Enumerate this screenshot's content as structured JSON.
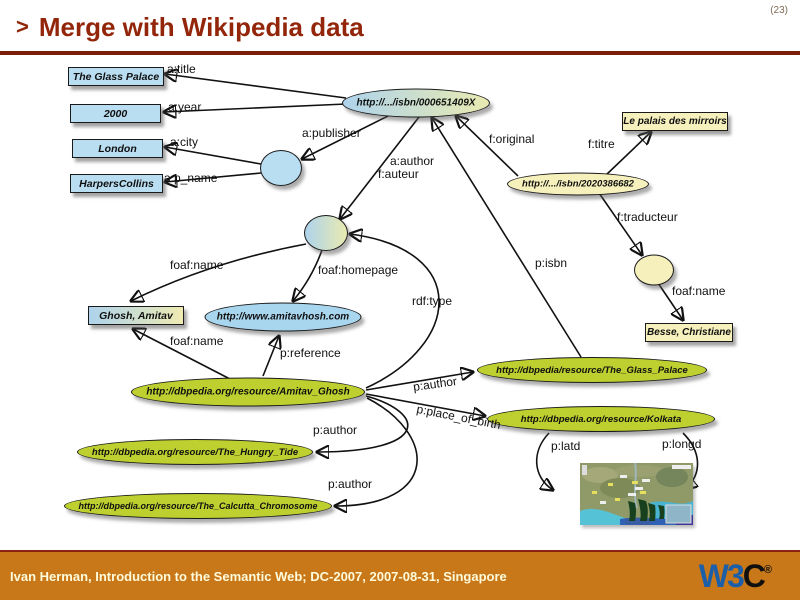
{
  "header": {
    "page_number": "(23)",
    "title_prefix": ">",
    "title": "Merge with Wikipedia data"
  },
  "footer": {
    "credit": "Ivan Herman, Introduction to the Semantic Web; DC-2007, 2007-08-31, Singapore",
    "logo": {
      "w3": "W3",
      "c": "C",
      "reg": "®"
    }
  },
  "colors": {
    "title_red": "#93260a",
    "rule_maroon": "#7b1d09",
    "footer_orange": "#c87818",
    "footer_text": "#fffbdb",
    "node_blue": "#b9ddf1",
    "node_yellow": "#f6f0bd",
    "node_green": "#bdd02f",
    "w3c_blue": "#1d5ea8"
  },
  "diagram": {
    "literals": [
      {
        "label": "The Glass Palace"
      },
      {
        "label": "2000"
      },
      {
        "label": "London"
      },
      {
        "label": "HarpersCollins"
      },
      {
        "label": "Le palais des mirroirs"
      },
      {
        "label": "Besse, Christiane"
      },
      {
        "label": "Ghosh, Amitav"
      }
    ],
    "resources": [
      {
        "label": "http://.../isbn/000651409X"
      },
      {
        "label": "http://.../isbn/2020386682"
      },
      {
        "label": "http://www.amitavhosh.com"
      },
      {
        "label": "http://dbpedia.org/resource/Amitav_Ghosh"
      },
      {
        "label": "http://dbpedia/resource/The_Glass_Palace"
      },
      {
        "label": "http://dbpedia.org/resource/Kolkata"
      },
      {
        "label": "http://dbpedia.org/resource/The_Hungry_Tide"
      },
      {
        "label": "http://dbpedia.org/resource/The_Calcutta_Chromosome"
      }
    ],
    "edge_labels": [
      {
        "label": "a:title"
      },
      {
        "label": "a:year"
      },
      {
        "label": "a:city"
      },
      {
        "label": "a:p_name"
      },
      {
        "label": "a:publisher"
      },
      {
        "label": "a:author"
      },
      {
        "label": "f:auteur"
      },
      {
        "label": "f:original"
      },
      {
        "label": "f:titre"
      },
      {
        "label": "f:traducteur"
      },
      {
        "label": "foaf:name"
      },
      {
        "label": "foaf:homepage"
      },
      {
        "label": "rdf:type"
      },
      {
        "label": "p:isbn"
      },
      {
        "label": "foaf:name"
      },
      {
        "label": "foaf:name"
      },
      {
        "label": "p:reference"
      },
      {
        "label": "p:author"
      },
      {
        "label": "p:place_of_birth"
      },
      {
        "label": "p:author"
      },
      {
        "label": "p:author"
      },
      {
        "label": "p:latd"
      },
      {
        "label": "p:longd"
      }
    ]
  }
}
